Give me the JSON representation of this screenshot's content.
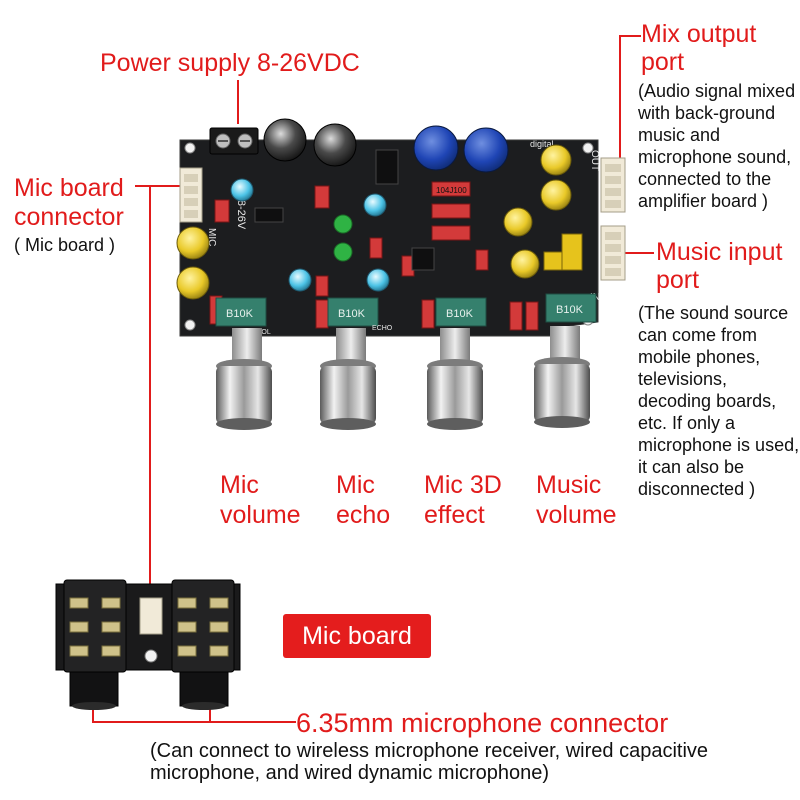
{
  "colors": {
    "accent": "#e11b1b",
    "board": "#1c1d1f",
    "badge": "#e41d1d"
  },
  "labels": {
    "power_supply": "Power supply 8-26VDC",
    "mic_board_connector_line1": "Mic board",
    "mic_board_connector_line2": "connector",
    "mic_board_connector_note": "( Mic board )",
    "mix_output_line1": "Mix output",
    "mix_output_line2": "port",
    "mix_output_note": "(Audio signal mixed with back-ground music and microphone sound, connected to the amplifier board )",
    "music_input_line1": "Music input",
    "music_input_line2": "port",
    "music_input_note": "(The sound source can come from mobile phones, televisions, decoding boards, etc. If only a microphone is used, it can also be disconnected )",
    "knobs": [
      {
        "line1": "Mic",
        "line2": "volume"
      },
      {
        "line1": "Mic",
        "line2": "echo"
      },
      {
        "line1": "Mic 3D",
        "line2": "effect"
      },
      {
        "line1": "Music",
        "line2": "volume"
      }
    ],
    "mic_board_badge": "Mic board",
    "microphone_connector": "6.35mm microphone connector",
    "microphone_connector_note": "(Can connect to wireless microphone receiver, wired capacitive microphone, and wired dynamic microphone)"
  },
  "board": {
    "silkscreen_voltage": "DC8-26V",
    "silkscreen_mic": "MIC",
    "silkscreen_out": "OUT",
    "silkscreen_in": "IN",
    "silkscreen_title": "digital",
    "pot_value": "B10K",
    "pot_labels": [
      "MIC_VOL",
      "ECHO"
    ],
    "resistor_code": "104J100"
  }
}
